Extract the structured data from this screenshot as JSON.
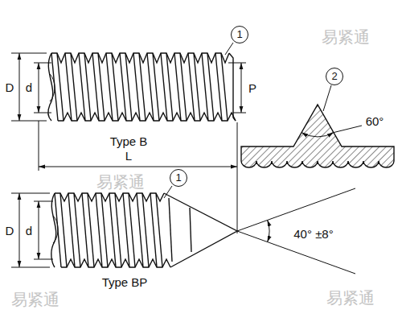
{
  "diagram": {
    "nodes": [
      {
        "text": [
          "1"
        ]
      },
      {
        "text": [
          "2"
        ]
      },
      {
        "text": [
          "1"
        ]
      }
    ],
    "labels": [
      "D",
      "d",
      "P",
      "Type B",
      "L",
      "60°",
      "D",
      "d",
      "40° ±8°",
      "Type BP",
      "易紧通",
      "易紧通",
      "易紧通",
      "易紧通"
    ]
  }
}
